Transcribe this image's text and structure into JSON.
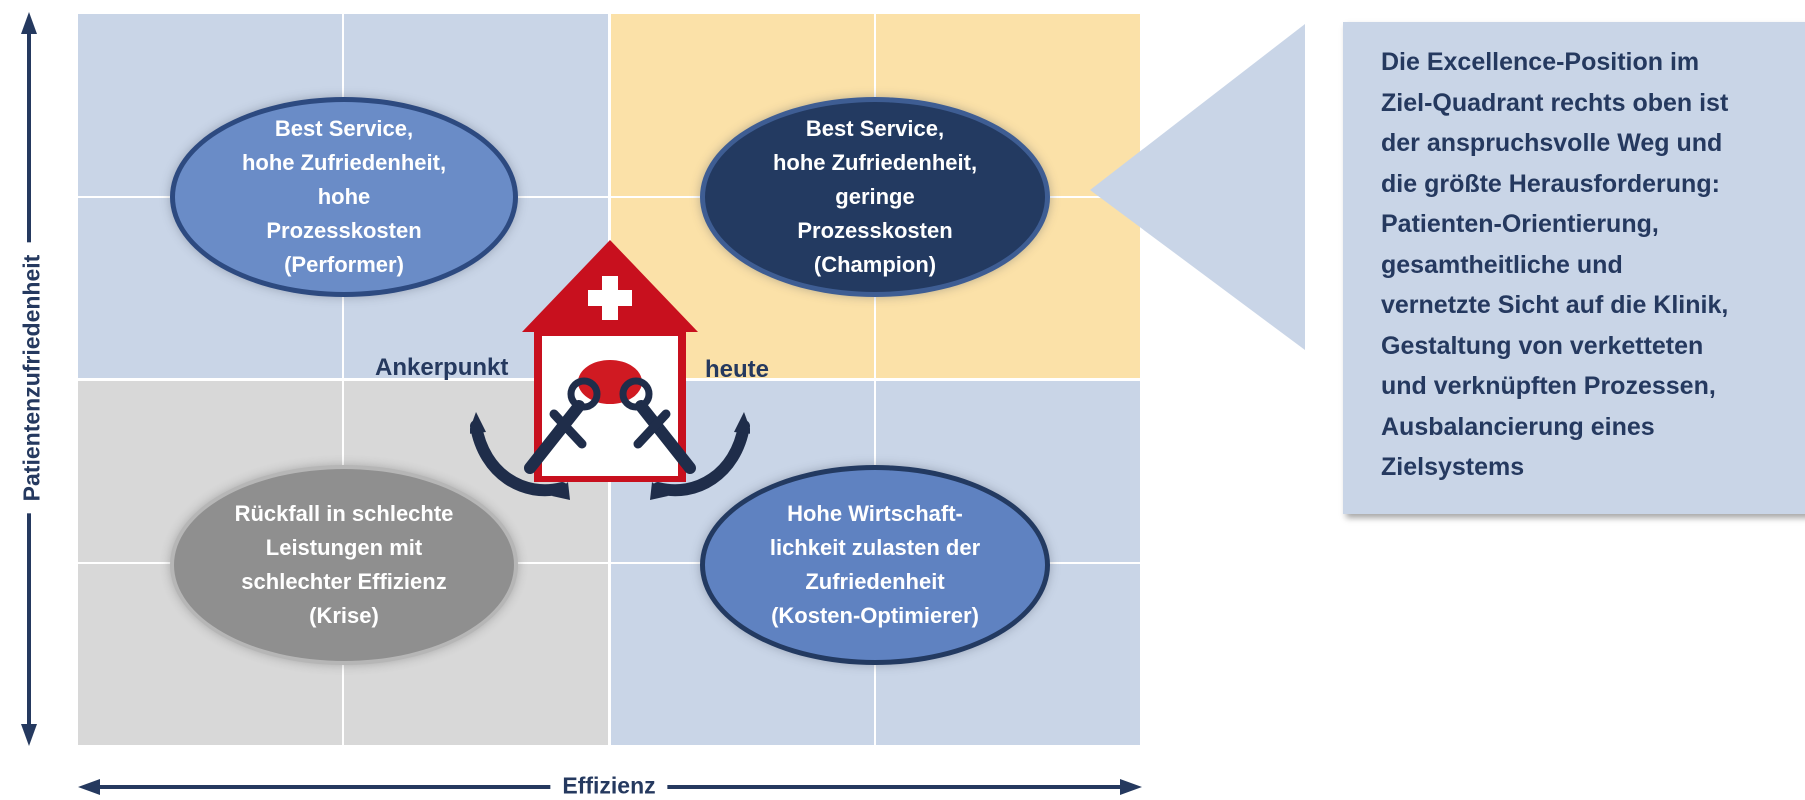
{
  "axes": {
    "y_label": "Patientenzufriedenheit",
    "x_label": "Effizienz"
  },
  "quadrants": {
    "top_left": "Best Service,\nhohe Zufriedenheit,\nhohe\nProzesskosten\n(Performer)",
    "top_right": "Best Service,\nhohe Zufriedenheit,\ngeringe\nProzesskosten\n(Champion)",
    "bottom_left": "Rückfall in schlechte\nLeistungen mit\nschlechter Effizienz\n(Krise)",
    "bottom_right": "Hohe Wirtschaft-\nlichkeit zulasten der\nZufriedenheit\n(Kosten-Optimierer)"
  },
  "anchor": {
    "left_label": "Ankerpunkt",
    "right_label": "heute"
  },
  "callout": {
    "text": "Die Excellence-Position im\nZiel-Quadrant rechts oben ist\nder anspruchsvolle Weg und\ndie größte Herausforderung:\nPatienten-Orientierung,\ngesamtheitliche und\nvernetzte Sicht auf die Klinik,\nGestaltung von verketteten\nund verknüpften Prozessen,\nAusbalancierung eines\nZielsystems"
  },
  "colors": {
    "quadrant_blue": "#c9d5e7",
    "quadrant_yellow": "#fbe1a8",
    "quadrant_gray": "#d8d8d8",
    "navy": "#25395f",
    "house_red": "#c8101e",
    "anchor_navy": "#1f2d4a"
  },
  "icons": {
    "house": "hospital-house-icon",
    "anchor_left": "anchor-icon",
    "anchor_right": "anchor-icon"
  }
}
